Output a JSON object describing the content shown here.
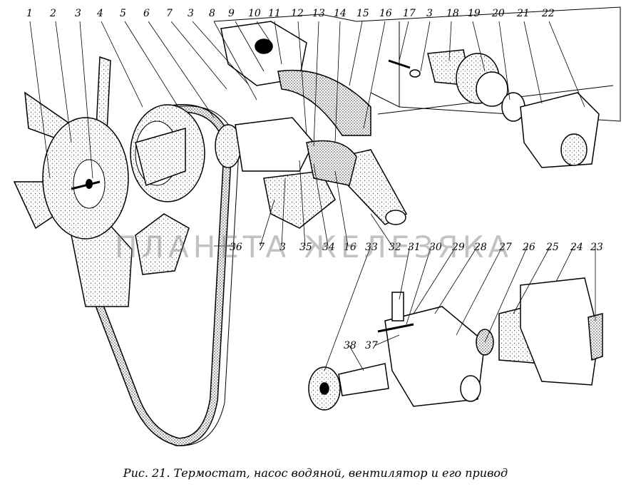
{
  "caption": "Рис. 21. Термостат, насос водяной, вентилятор и его привод",
  "watermark": "ПЛАНЕТА ЖЕЛЕЗЯКА",
  "labels": {
    "l1": "1",
    "l2": "2",
    "l3a": "3",
    "l4": "4",
    "l5": "5",
    "l6": "6",
    "l7a": "7",
    "l3b": "3",
    "l8": "8",
    "l9": "9",
    "l10": "10",
    "l11": "11",
    "l12": "12",
    "l13": "13",
    "l14": "14",
    "l15": "15",
    "l16a": "16",
    "l17": "17",
    "l3c": "3",
    "l18": "18",
    "l19": "19",
    "l20": "20",
    "l21": "21",
    "l22": "22",
    "l36": "36",
    "l7b": "7",
    "l3d": "3",
    "l35": "35",
    "l34": "34",
    "l16b": "16",
    "l33": "33",
    "l32": "32",
    "l31": "31",
    "l30": "30",
    "l29": "29",
    "l28": "28",
    "l27": "27",
    "l26": "26",
    "l25": "25",
    "l24": "24",
    "l23": "23",
    "l38": "38",
    "l37": "37"
  }
}
